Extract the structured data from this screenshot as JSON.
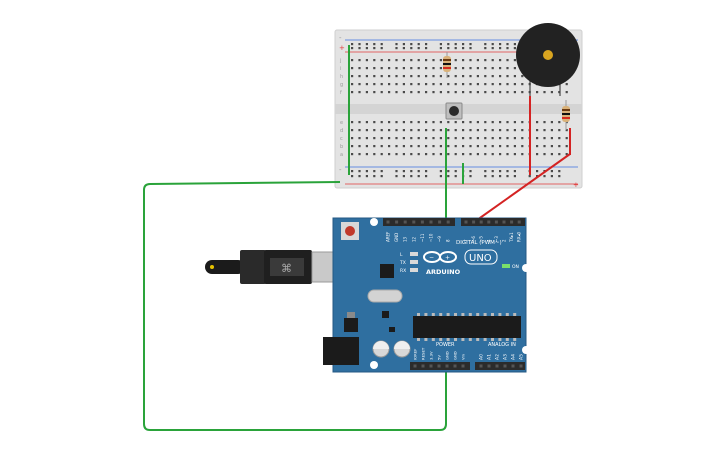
{
  "canvas": {
    "background": "#ffffff"
  },
  "breadboard": {
    "rail_plus": "+",
    "rail_minus": "-",
    "row_letters_top": [
      "j",
      "i",
      "h",
      "g",
      "f"
    ],
    "row_letters_bottom": [
      "e",
      "d",
      "c",
      "b",
      "a"
    ],
    "colors": {
      "body": "#e3e3e3",
      "rail_red": "#e03a3a",
      "rail_blue": "#3a6fe0",
      "hole": "#4a4a4a"
    }
  },
  "arduino": {
    "brand": "ARDUINO",
    "model": "UNO",
    "digital_label": "DIGITAL (PWM~)",
    "power_label": "POWER",
    "analog_label": "ANALOG IN",
    "on_label": "ON",
    "led_labels": [
      "L",
      "TX",
      "RX"
    ],
    "digital_pins": [
      "AREF",
      "GND",
      "13",
      "12",
      "~11",
      "~10",
      "~9",
      "8",
      "7",
      "~6",
      "~5",
      "4",
      "~3",
      "2",
      "TX▸1",
      "RX◂0"
    ],
    "power_pins": [
      "IOREF",
      "RESET",
      "3.3V",
      "5V",
      "GND",
      "GND",
      "Vin"
    ],
    "analog_pins": [
      "A0",
      "A1",
      "A2",
      "A3",
      "A4",
      "A5"
    ],
    "colors": {
      "board": "#2f6fa0",
      "header": "#2b2b2b",
      "silk": "#ffffff"
    }
  },
  "components": {
    "buzzer": "piezo-buzzer",
    "button": "pushbutton",
    "resistors": [
      "resistor-1",
      "resistor-2"
    ],
    "usb": "usb-cable"
  },
  "wires": {
    "green": "#2aa33a",
    "red": "#d42323"
  }
}
